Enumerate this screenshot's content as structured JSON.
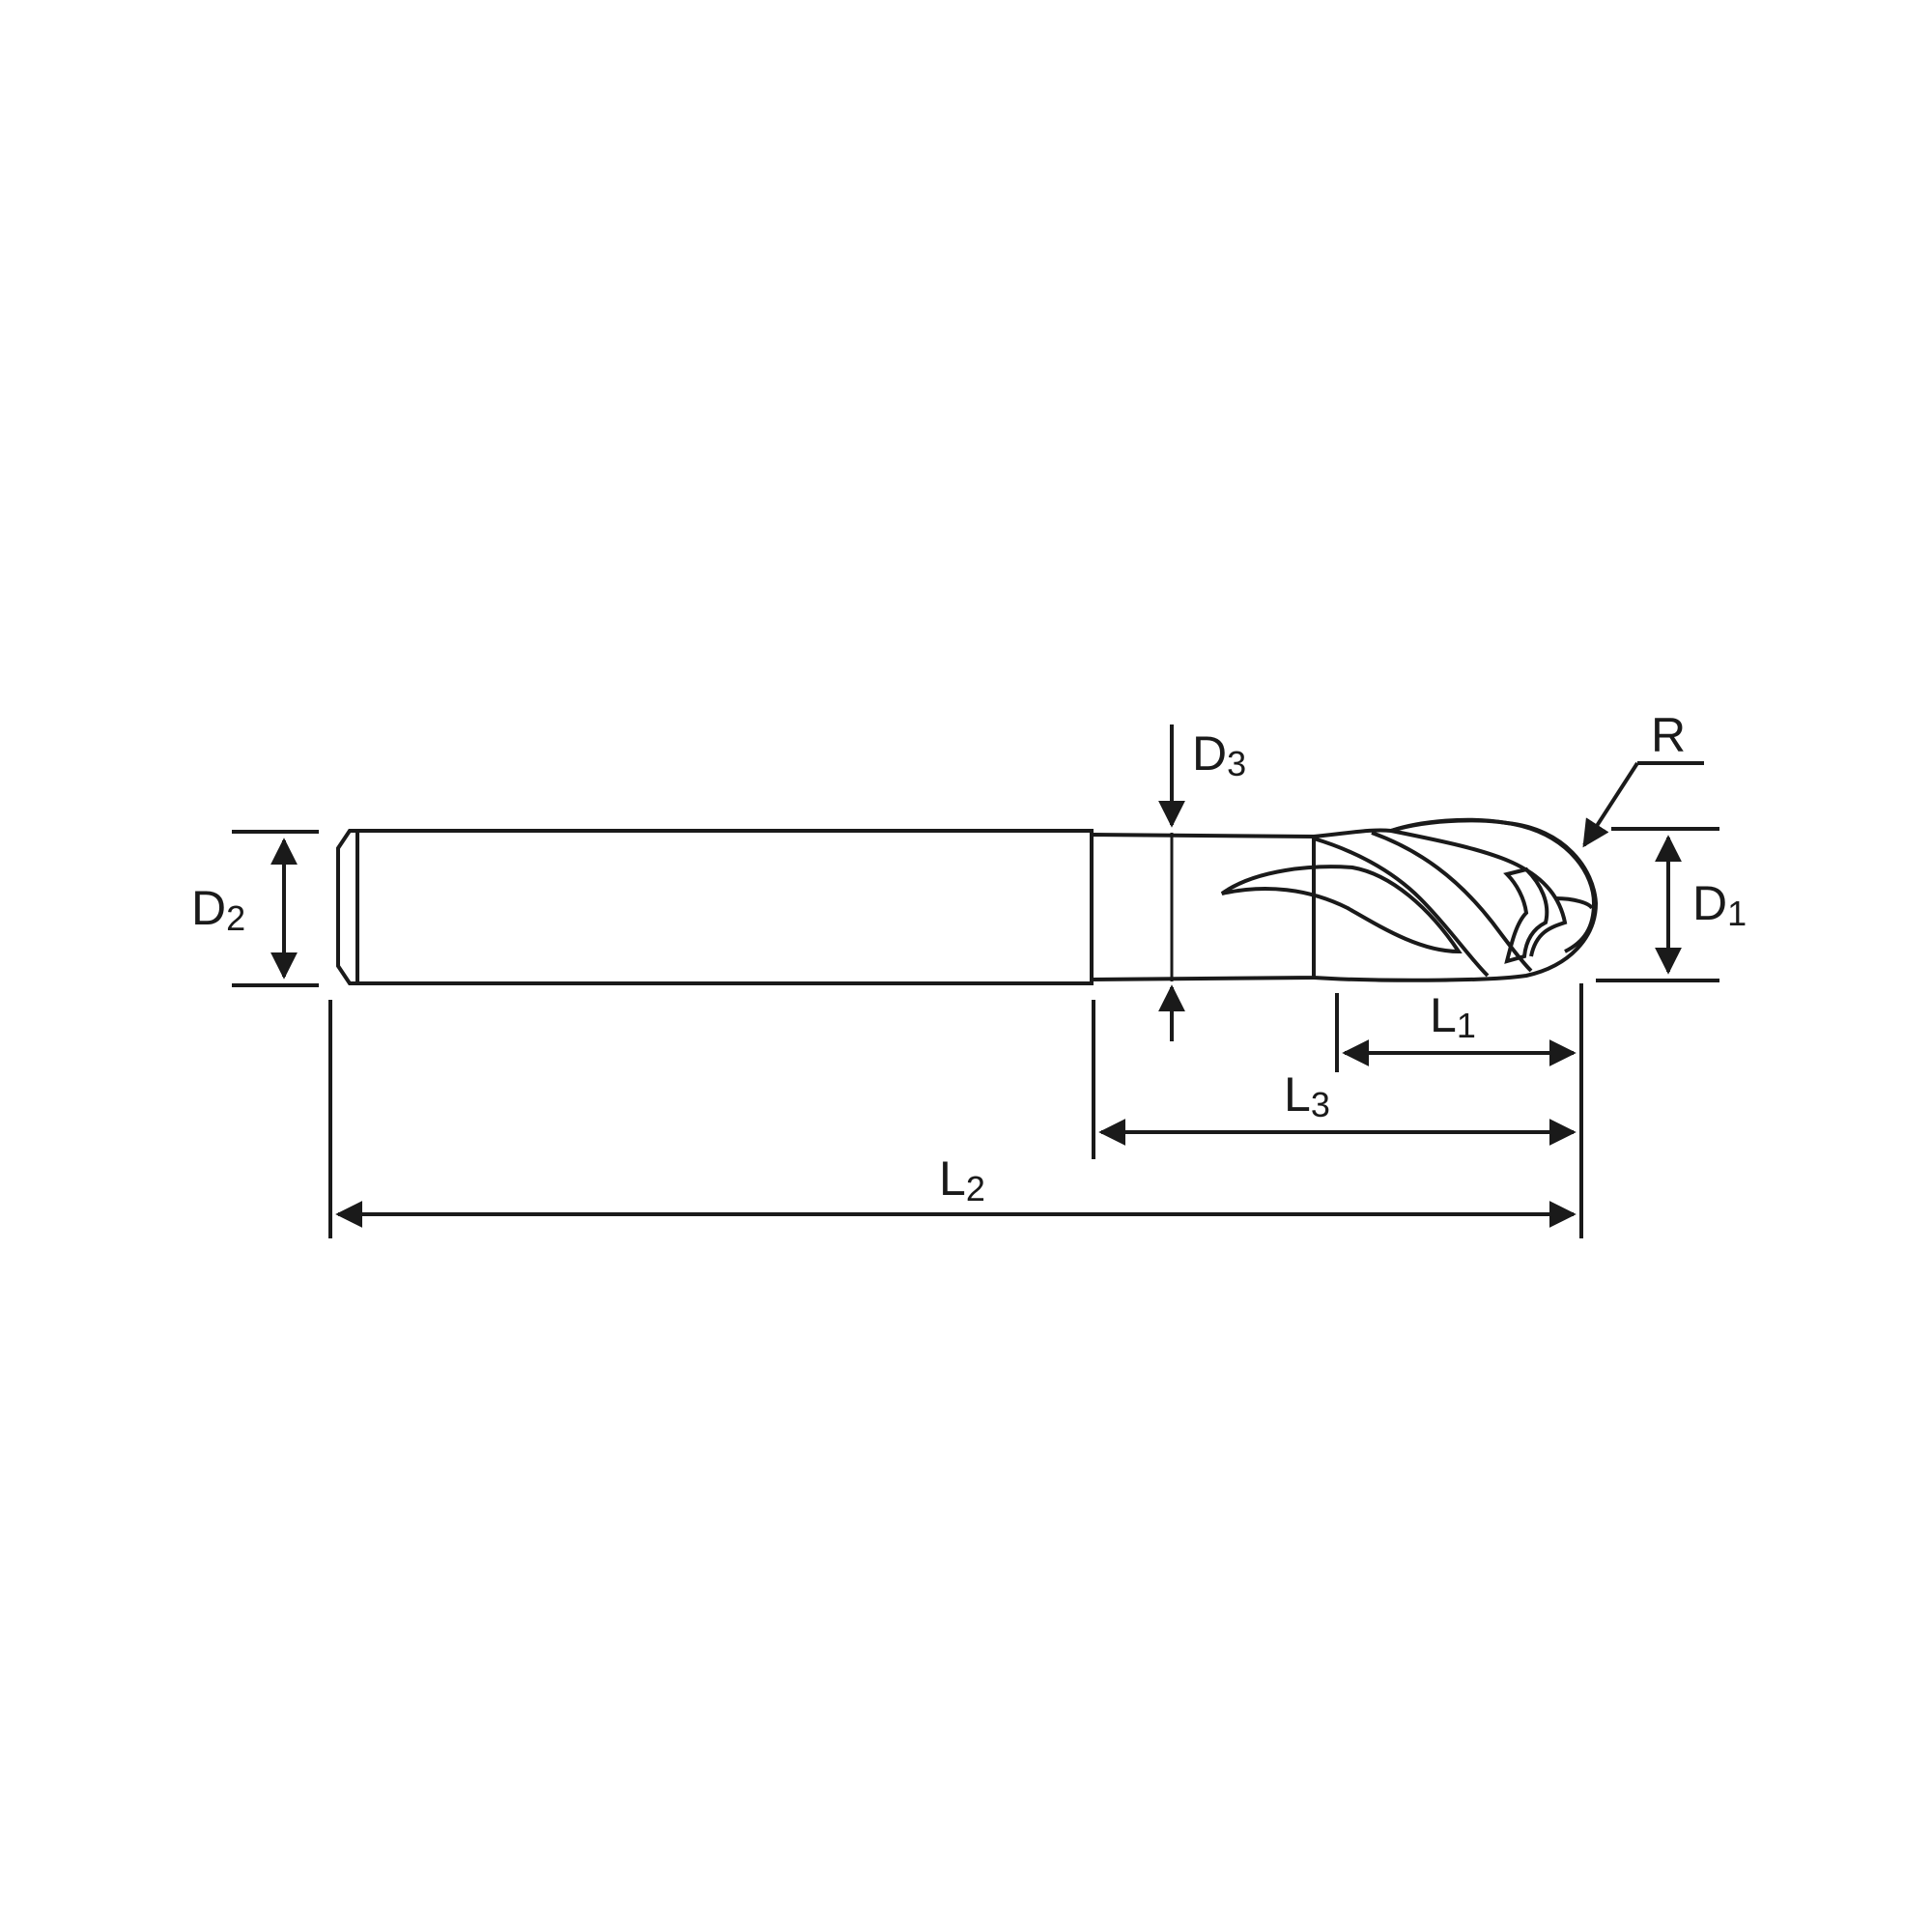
{
  "labels": {
    "d1": {
      "main": "D",
      "sub": "1"
    },
    "d2": {
      "main": "D",
      "sub": "2"
    },
    "d3": {
      "main": "D",
      "sub": "3"
    },
    "l1": {
      "main": "L",
      "sub": "1"
    },
    "l2": {
      "main": "L",
      "sub": "2"
    },
    "l3": {
      "main": "L",
      "sub": "3"
    },
    "r": {
      "main": "R"
    }
  },
  "colors": {
    "line": "#1a1a1a",
    "metal_light": "#f4f4f4",
    "metal_mid": "#dcdcdc",
    "metal_dark": "#bdbdbd"
  }
}
